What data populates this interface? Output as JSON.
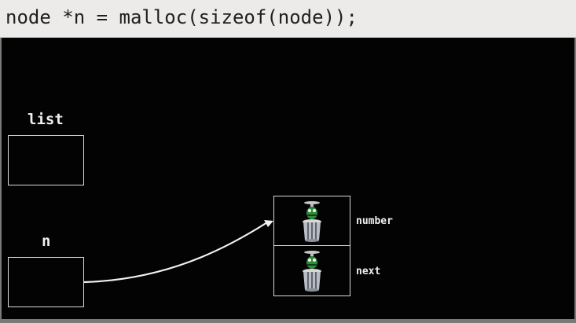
{
  "code": {
    "line": "node *n = malloc(sizeof(node));"
  },
  "variables": [
    {
      "label": "list"
    },
    {
      "label": "n"
    }
  ],
  "node": {
    "fields": [
      {
        "label": "number",
        "icon": "oscar-garbage-icon"
      },
      {
        "label": "next",
        "icon": "oscar-garbage-icon"
      }
    ]
  },
  "colors": {
    "background": "#030303",
    "stroke": "#d9d9d9",
    "code_bar": "#ecebea",
    "oscar": "#2e8b3a"
  }
}
